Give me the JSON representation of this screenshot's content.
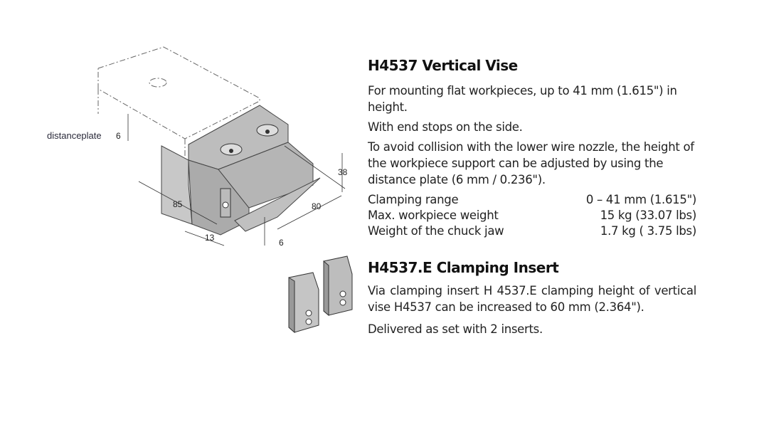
{
  "vise": {
    "title": "H4537 Vertical Vise",
    "paragraphs": [
      "For mounting flat workpieces, up to 41 mm (1.615\") in height.",
      "With end stops on the side.",
      "To avoid collision with the lower wire nozzle, the height of the workpiece support can be adjusted by using the distance plate (6 mm / 0.236\")."
    ],
    "specs": [
      {
        "label": "Clamping range",
        "value": "0 – 41 mm (1.615\")"
      },
      {
        "label": "Max. workpiece weight",
        "value": "15 kg (33.07 lbs)"
      },
      {
        "label": "Weight of the chuck jaw",
        "value": "1.7 kg ( 3.75 lbs)"
      }
    ]
  },
  "insert": {
    "title": "H4537.E Clamping Insert",
    "paragraphs": [
      "Via clamping insert H 4537.E clamping height of vertical vise H4537 can be increased to 60 mm (2.364\").",
      "Delivered as set with 2 inserts."
    ]
  },
  "drawing": {
    "label": "distanceplate",
    "dims": {
      "plate": "6",
      "height": "38",
      "length": "85",
      "width": "80",
      "offset": "13",
      "base": "6"
    }
  }
}
